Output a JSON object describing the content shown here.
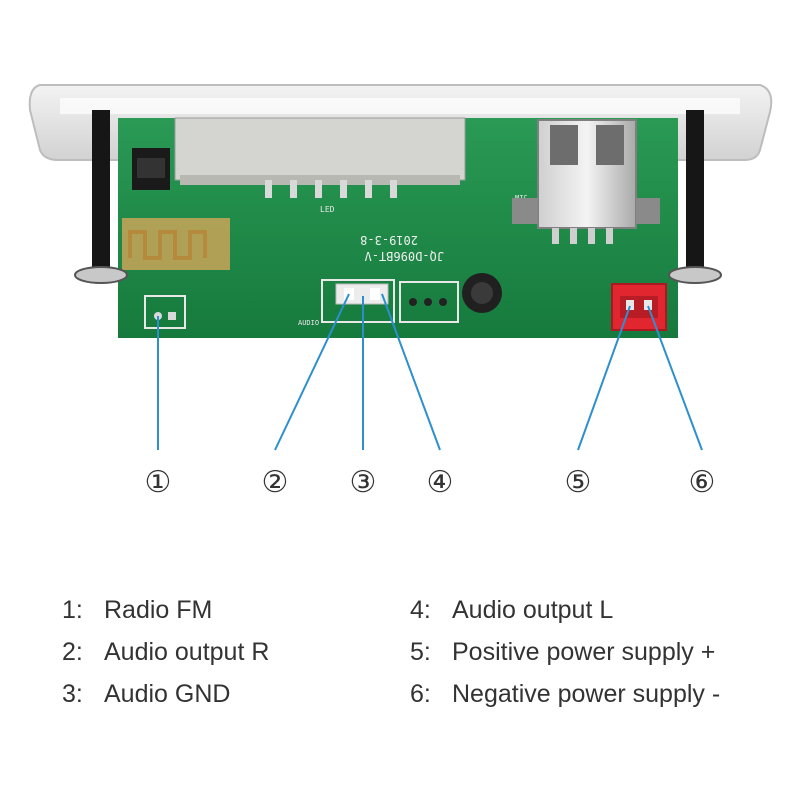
{
  "board_text": {
    "date": "2019-3-8",
    "model": "JQ-D096BT-V",
    "led": "LED",
    "audio": "AUDIO",
    "mic": "MIC"
  },
  "callouts": [
    "①",
    "②",
    "③",
    "④",
    "⑤",
    "⑥"
  ],
  "legend": [
    {
      "num": "1:",
      "label": "Radio FM"
    },
    {
      "num": "2:",
      "label": "Audio output R"
    },
    {
      "num": "3:",
      "label": "Audio GND"
    },
    {
      "num": "4:",
      "label": "Audio output L"
    },
    {
      "num": "5:",
      "label": "Positive power supply +"
    },
    {
      "num": "6:",
      "label": "Negative power supply -"
    }
  ],
  "colors": {
    "pcb": "#1f8a4a",
    "leader": "#2d8fd0",
    "connector": "#e1262f"
  }
}
